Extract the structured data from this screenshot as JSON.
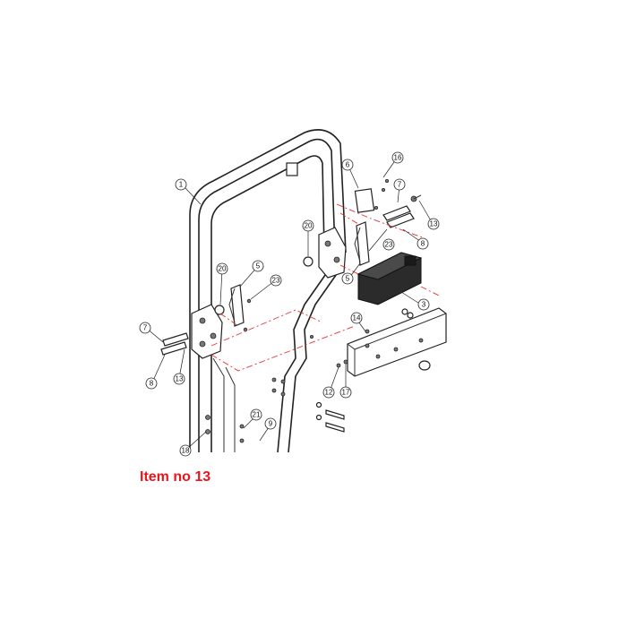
{
  "caption": "Item no 13",
  "caption_color": "#e8151b",
  "callouts": [
    {
      "label": "1"
    },
    {
      "label": "16"
    },
    {
      "label": "6"
    },
    {
      "label": "7"
    },
    {
      "label": "13"
    },
    {
      "label": "20"
    },
    {
      "label": "8"
    },
    {
      "label": "23"
    },
    {
      "label": "5"
    },
    {
      "label": "20"
    },
    {
      "label": "5"
    },
    {
      "label": "23"
    },
    {
      "label": "3"
    },
    {
      "label": "14"
    },
    {
      "label": "7"
    },
    {
      "label": "8"
    },
    {
      "label": "13"
    },
    {
      "label": "12"
    },
    {
      "label": "17"
    },
    {
      "label": "21"
    },
    {
      "label": "9"
    },
    {
      "label": "18"
    }
  ]
}
